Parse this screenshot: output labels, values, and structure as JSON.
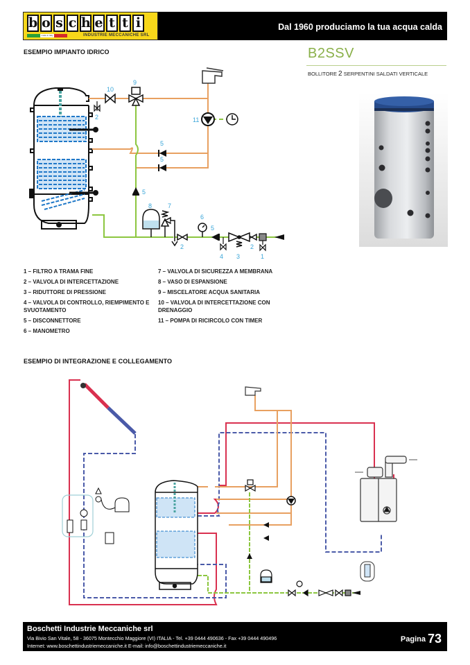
{
  "header": {
    "logo_letters": [
      "b",
      "o",
      "s",
      "c",
      "h",
      "e",
      "t",
      "t",
      "i"
    ],
    "logo_made_in": "made in Italy",
    "logo_subtitle": "INDUSTRIE  MECCANICHE  SRL",
    "tagline": "Dal 1960 produciamo la tua acqua calda"
  },
  "section1": {
    "title": "ESEMPIO IMPIANTO IDRICO",
    "component_labels": [
      "1",
      "2",
      "3",
      "4",
      "5",
      "6",
      "7",
      "8",
      "9",
      "10",
      "11"
    ]
  },
  "product": {
    "code": "B2SSV",
    "description_pre": "BOLLITORE ",
    "description_num": "2",
    "description_post": " SERPENTINI SALDATI VERTICALE",
    "photo_icon": "water-heater-tank-photo"
  },
  "legend": {
    "left": [
      "1 – FILTRO A TRAMA FINE",
      "2 – VALVOLA DI INTERCETTAZIONE",
      "3 – RIDUTTORE DI PRESSIONE",
      "4 – VALVOLA DI CONTROLLO, RIEMPIMENTO E SVUOTAMENTO",
      "5 – DISCONNETTORE",
      "6 – MANOMETRO"
    ],
    "right": [
      "7 – VALVOLA DI SICUREZZA A MEMBRANA",
      "8 – VASO DI ESPANSIONE",
      "9 – MISCELATORE ACQUA SANITARIA",
      "10 – VALVOLA DI INTERCETTAZIONE CON DRENAGGIO",
      "11 – POMPA DI RICIRCOLO CON TIMER"
    ]
  },
  "section2": {
    "title": "ESEMPIO DI INTEGRAZIONE E COLLEGAMENTO"
  },
  "colors": {
    "hot_water": "#e8a060",
    "cold_water": "#8cc63f",
    "solar_flow": "#d9304f",
    "solar_return": "#4a5aa8",
    "coil_blue": "#1f78c8",
    "label_blue": "#3aa6d9",
    "brand_green": "#8ab04a",
    "logo_yellow": "#f7d71a"
  },
  "footer": {
    "company": "Boschetti Industrie Meccaniche srl",
    "address": "Via Bivio San Vitale, 58 - 36075 Montecchio Maggiore (VI) ITALIA - Tel. +39 0444 490636 - Fax +39 0444 490496",
    "contacts": "Internet: www.boschettindustriemeccaniche.it  E-mail: info@boschettindustriemeccaniche.it",
    "page_label": "Pagina",
    "page_number": "73"
  }
}
